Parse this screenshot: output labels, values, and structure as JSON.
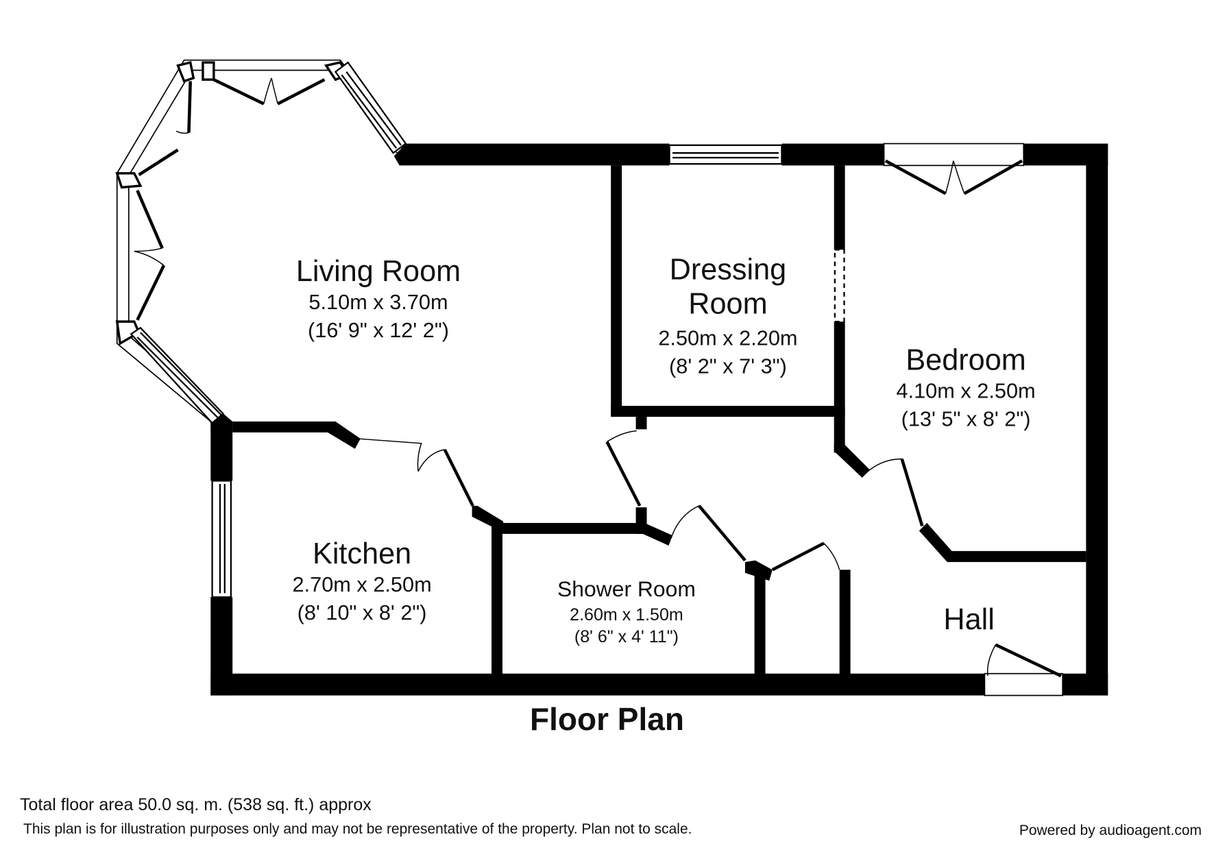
{
  "rooms": {
    "living_room": {
      "name": "Living Room",
      "metric": "5.10m x 3.70m",
      "imperial": "(16' 9\" x 12' 2\")"
    },
    "dressing_room": {
      "name_line1": "Dressing",
      "name_line2": "Room",
      "metric": "2.50m x 2.20m",
      "imperial": "(8' 2\" x 7' 3\")"
    },
    "bedroom": {
      "name": "Bedroom",
      "metric": "4.10m x 2.50m",
      "imperial": "(13' 5\" x 8' 2\")"
    },
    "kitchen": {
      "name": "Kitchen",
      "metric": "2.70m x 2.50m",
      "imperial": "(8' 10\" x 8' 2\")"
    },
    "shower_room": {
      "name": "Shower Room",
      "metric": "2.60m x 1.50m",
      "imperial": "(8' 6\" x 4' 11\")"
    },
    "hall": {
      "name": "Hall"
    }
  },
  "title": "Floor Plan",
  "footer": {
    "total_area": "Total floor area 50.0 sq. m. (538 sq. ft.) approx",
    "disclaimer": "This plan is for illustration purposes only and may not be representative of the property. Plan not to scale.",
    "powered_by": "Powered by audioagent.com"
  }
}
